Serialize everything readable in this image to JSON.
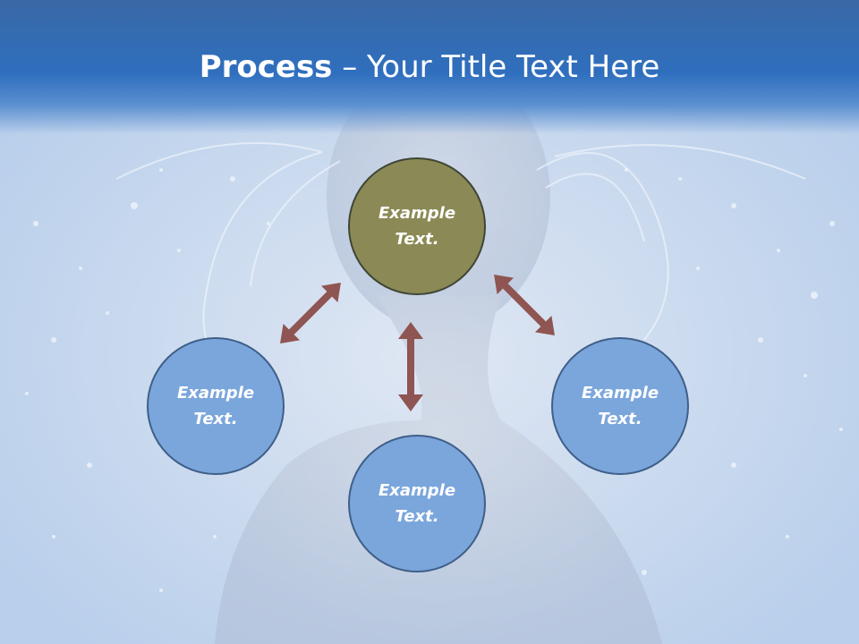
{
  "slide": {
    "title_bold": "Process",
    "title_rest": " – Your Title Text Here"
  },
  "nodes": {
    "top": "Example\nText.",
    "left": "Example\nText.",
    "bottom": "Example\nText.",
    "right": "Example\nText."
  },
  "colors": {
    "title_bar": "#2f6fbe",
    "center_node": "#8b8a56",
    "outer_nodes": "#7ba6dc",
    "arrows": "#8f5552",
    "background": "#c9d9ee"
  }
}
